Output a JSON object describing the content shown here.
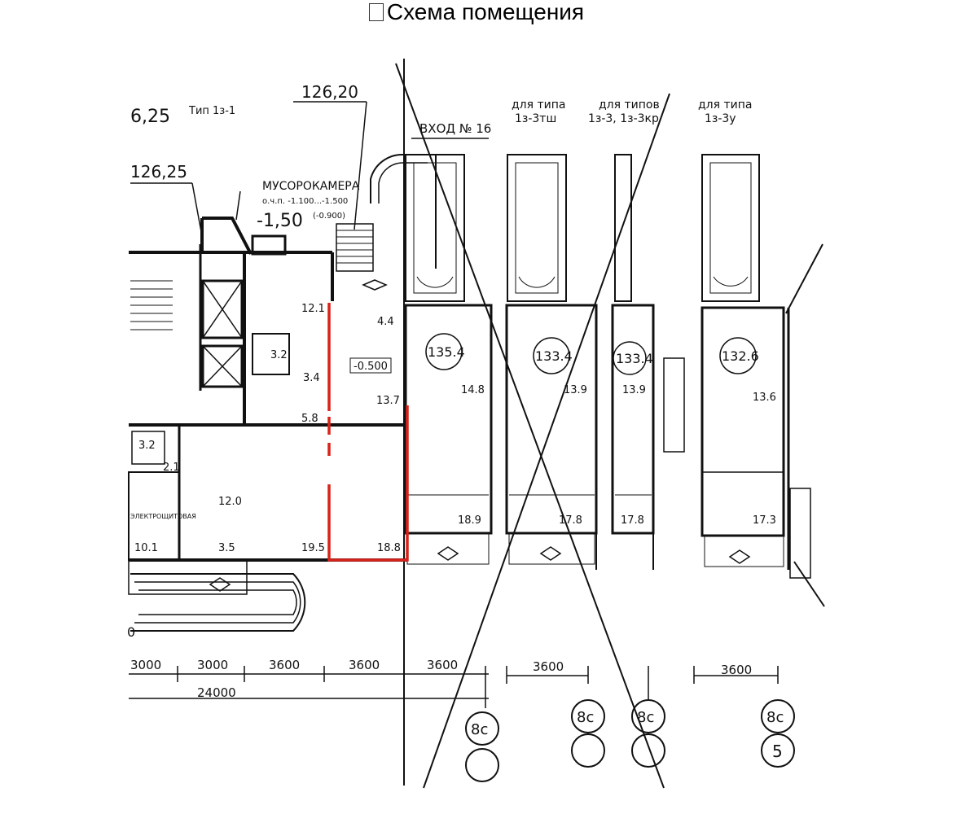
{
  "title": "Схема помещения",
  "plan": {
    "elev_top_left": "6,25",
    "type_label": "Тип 1з-1",
    "elev_126_20": "126,20",
    "elev_126_25": "126,25",
    "entrance": "ВХОД № 16",
    "trash_room": "МУСОРОКАМЕРА",
    "trash_marks": "о.ч.п. -1.100...-1.500",
    "level_minus_150": "-1,50",
    "level_minus_0900": "(-0.900)",
    "type_3tsh_1": "для типа",
    "type_3tsh_2": "1з-3тш",
    "type_3kr_1": "для типов",
    "type_3kr_2": "1з-3, 1з-3кр",
    "type_3u_1": "для типа",
    "type_3u_2": "1з-3у",
    "level_minus_0500": "-0.500",
    "circle_1": "135.4",
    "circle_2": "133.4",
    "circle_3": "133.4",
    "circle_4": "132.6",
    "room_12_1": "12.1",
    "room_4_4": "4.4",
    "room_3_2a": "3.2",
    "room_3_4": "3.4",
    "room_13_7": "13.7",
    "room_14_8": "14.8",
    "room_13_9a": "13.9",
    "room_13_9b": "13.9",
    "room_13_6": "13.6",
    "room_5_8": "5.8",
    "room_3_2b": "3.2",
    "room_2_1": "2.1",
    "room_12_0": "12.0",
    "room_elect": "ЭЛЕКТРОЩИТОВАЯ",
    "room_10_1": "10.1",
    "room_3_5": "3.5",
    "room_19_5": "19.5",
    "room_18_8": "18.8",
    "room_18_9": "18.9",
    "room_17_8a": "17.8",
    "room_17_8b": "17.8",
    "room_17_3": "17.3",
    "dim_1": "3000",
    "dim_2": "3000",
    "dim_3": "3600",
    "dim_4": "3600",
    "dim_5": "3600",
    "dim_6": "3600",
    "dim_7": "3600",
    "dim_total": "24000",
    "axis_1": "8c",
    "axis_2": "8c",
    "axis_3": "8c",
    "axis_4": "8c",
    "axis_5": "5",
    "axis_left": "0",
    "highlight_color": "#d8231a"
  }
}
